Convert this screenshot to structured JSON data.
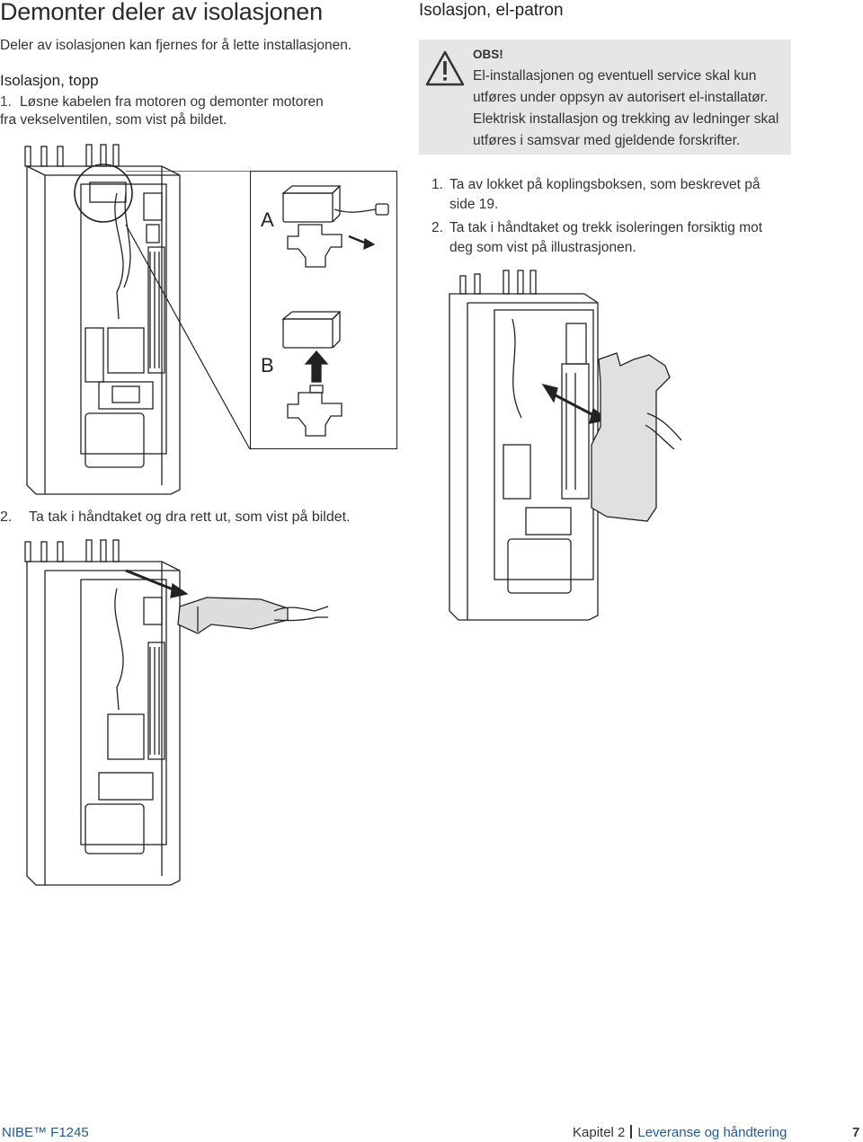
{
  "page": {
    "title": "Demonter deler av isolasjonen",
    "intro": "Deler av isolasjonen kan fjernes for å lette installasjonen."
  },
  "left": {
    "heading": "Isolasjon, topp",
    "step1_num": "1.",
    "step1_line1": "Løsne kabelen fra motoren og demonter motoren",
    "step1_line2": "fra vekselventilen, som vist på bildet.",
    "label_a": "A",
    "label_b": "B",
    "step2_num": "2.",
    "step2_text": "Ta tak i håndtaket og dra rett ut, som vist på bildet."
  },
  "right": {
    "heading": "Isolasjon, el-patron",
    "warning_label": "OBS!",
    "warning_text": "El-installasjonen og eventuell service skal kun utføres under oppsyn av autorisert el-installatør. Elektrisk installasjon og trekking av ledninger skal utføres i samsvar med gjeldende forskrifter.",
    "step1_num": "1.",
    "step1_line1": "Ta av lokket på koplingsboksen, som beskrevet på",
    "step1_line2": "side 19.",
    "step2_num": "2.",
    "step2_line1": "Ta tak i håndtaket og trekk isoleringen forsiktig mot",
    "step2_line2": "deg som vist på illustrasjonen."
  },
  "footer": {
    "brand": "NIBE™ F1245",
    "chapter": "Kapitel 2",
    "section": "Leveranse og håndtering",
    "page_number": "7"
  },
  "icons": [
    "warning-triangle-icon"
  ],
  "colors": {
    "accent": "#1f5a94",
    "warning_bg": "#e6e6e6"
  }
}
